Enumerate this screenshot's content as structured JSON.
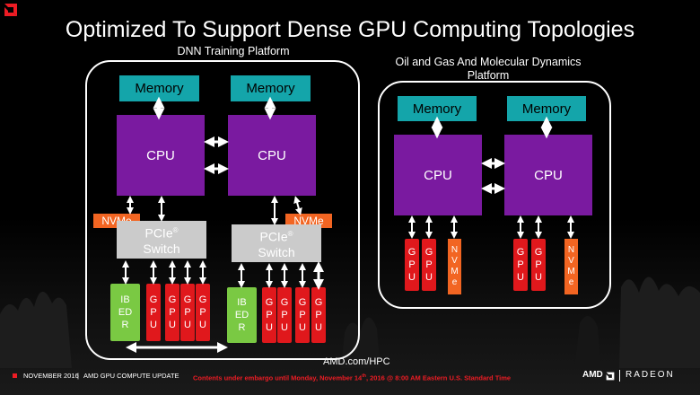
{
  "title": "Optimized To Support Dense GPU Computing Topologies",
  "left_platform": {
    "label": "DNN Training Platform",
    "memory": [
      "Memory",
      "Memory"
    ],
    "cpu": [
      "CPU",
      "CPU"
    ],
    "nvme": [
      "NVMe",
      "NVMe"
    ],
    "switch_line1": "PCIe",
    "switch_reg": "®",
    "switch_line2": "Switch",
    "ib_letters": [
      "IB",
      "ED",
      "R"
    ],
    "gpu_letters": [
      "G",
      "P",
      "U"
    ]
  },
  "right_platform": {
    "label_line1": "Oil and Gas And Molecular Dynamics",
    "label_line2": "Platform",
    "memory": [
      "Memory",
      "Memory"
    ],
    "cpu": [
      "CPU",
      "CPU"
    ],
    "gpu_letters": [
      "G",
      "P",
      "U"
    ],
    "nvme_letters": [
      "N",
      "V",
      "M",
      "e"
    ]
  },
  "link": "AMD.com/HPC",
  "footer": {
    "date": "NOVEMBER 2016",
    "sep": "|",
    "event": "AMD GPU COMPUTE UPDATE",
    "embargo_pre": "Contents under embargo until Monday, November 14",
    "embargo_sup": "th",
    "embargo_post": ", 2016 @ 8:00 AM Eastern U.S. Standard Time",
    "logo_amd": "AMD",
    "logo_radeon": "RADEON"
  },
  "colors": {
    "memory": "#14a5aa",
    "cpu": "#7a1aa0",
    "gpu": "#e0181c",
    "nvme": "#f26522",
    "ib": "#7ac943",
    "switch": "#cbcbcb",
    "amd_red": "#ed1c24"
  }
}
